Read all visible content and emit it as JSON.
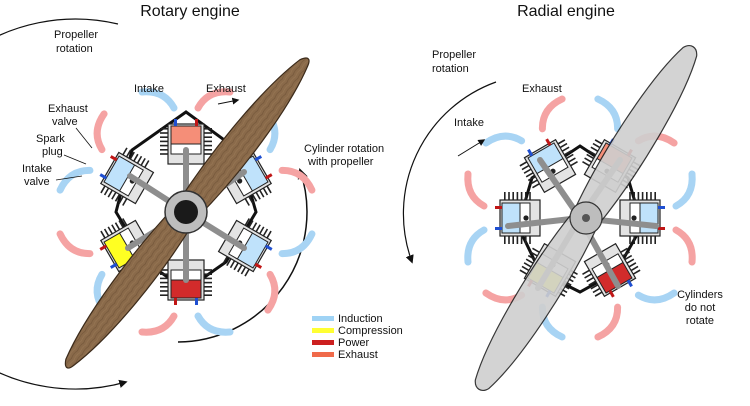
{
  "titles": {
    "rotary": "Rotary engine",
    "radial": "Radial engine"
  },
  "rotary": {
    "propeller_rotation": [
      "Propeller",
      "rotation"
    ],
    "intake": "Intake",
    "exhaust": "Exhaust",
    "exhaust_valve": [
      "Exhaust",
      "valve"
    ],
    "spark_plug": [
      "Spark",
      "plug"
    ],
    "intake_valve": [
      "Intake",
      "valve"
    ],
    "cylinder_rotation": [
      "Cylinder rotation",
      "with propeller"
    ]
  },
  "radial": {
    "propeller_rotation": [
      "Propeller",
      "rotation"
    ],
    "intake": "Intake",
    "exhaust": "Exhaust",
    "cylinders_static": [
      "Cylinders",
      "do not",
      "rotate"
    ]
  },
  "legend": [
    {
      "label": "Induction",
      "color": "#9fd3f5"
    },
    {
      "label": "Compression",
      "color": "#ffff33"
    },
    {
      "label": "Power",
      "color": "#cc1f1f"
    },
    {
      "label": "Exhaust",
      "color": "#f06a4a"
    }
  ],
  "colors": {
    "induction_pipe": "#a8d4f4",
    "exhaust_pipe": "#f5a3a3",
    "cylinder_head_intake": "#bfe2fb",
    "cylinder_head_compression": "#ffff22",
    "cylinder_head_power": "#d22b2b",
    "cylinder_head_exhaust": "#f58e78",
    "wood_propeller": "#8a6a4a",
    "grey_propeller": "#cfcfcf"
  }
}
